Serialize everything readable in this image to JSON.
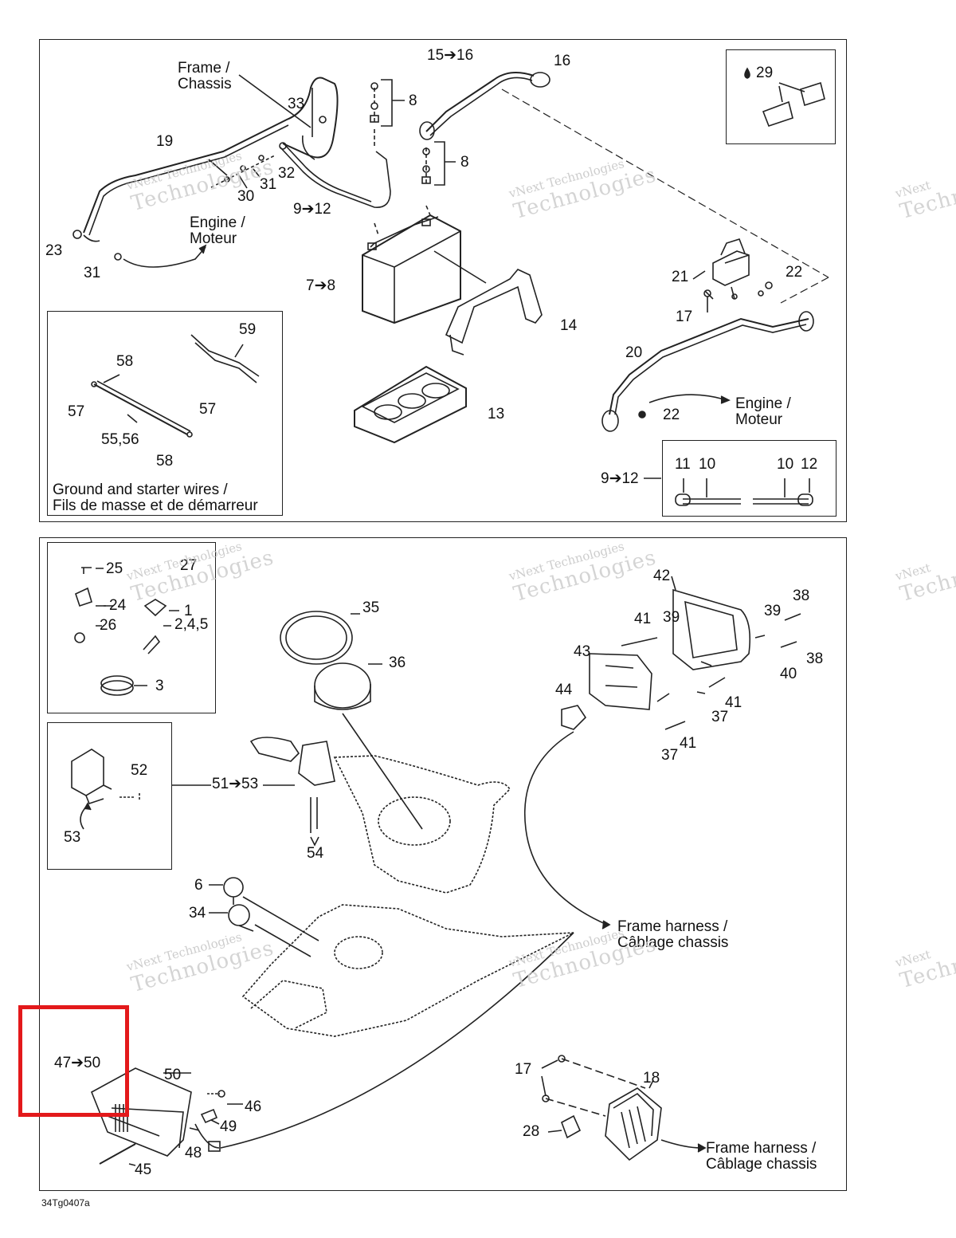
{
  "top_panel": {
    "labels": {
      "frame_chassis": "Frame /\nChassis",
      "engine_moteur_1": "Engine /\nMoteur",
      "engine_moteur_2": "Engine /\nMoteur",
      "n33": "33",
      "n8a": "8",
      "n8b": "8",
      "n15_16": "15➔16",
      "n16": "16",
      "n29": "29",
      "n19": "19",
      "n32": "32",
      "n31a": "31",
      "n30": "30",
      "n9_12a": "9➔12",
      "n23": "23",
      "n31b": "31",
      "n7_8": "7➔8",
      "n14": "14",
      "n21": "21",
      "n22a": "22",
      "n17": "17",
      "n20": "20",
      "n22b": "22",
      "n13": "13",
      "n59": "59",
      "n58a": "58",
      "n57a": "57",
      "n57b": "57",
      "n55_56": "55,56",
      "n58b": "58",
      "n9_12b": "9➔12",
      "n11": "11",
      "n10a": "10",
      "n10b": "10",
      "n12": "12"
    },
    "ground_caption": "Ground and starter wires /\nFils de masse et de démarreur"
  },
  "bottom_panel": {
    "labels": {
      "n25": "25",
      "n27": "27",
      "n24": "24",
      "n1": "1",
      "n26": "26",
      "n2_4_5": "2,4,5",
      "n3": "3",
      "n35": "35",
      "n36": "36",
      "n42": "42",
      "n38a": "38",
      "n39a": "39",
      "n41a": "41",
      "n39b": "39",
      "n38b": "38",
      "n40": "40",
      "n43": "43",
      "n44": "44",
      "n41b": "41",
      "n37a": "37",
      "n41c": "41",
      "n37b": "37",
      "n52": "52",
      "n51_53": "51➔53",
      "n53": "53",
      "n54": "54",
      "n6": "6",
      "n34": "34",
      "frame_harness_1": "Frame harness /\nCâblage chassis",
      "frame_harness_2": "Frame harness /\nCâblage chassis",
      "n47_50": "47➔50",
      "n50": "50",
      "n46": "46",
      "n49": "49",
      "n48": "48",
      "n45": "45",
      "n17": "17",
      "n18": "18",
      "n28": "28"
    }
  },
  "watermark": {
    "line1": "vNext Technologies",
    "line2": "Technologies",
    "line0": "vNext"
  },
  "figure_code": "34Tg0407a",
  "colors": {
    "highlight": "#e3191b",
    "line": "#222222"
  }
}
